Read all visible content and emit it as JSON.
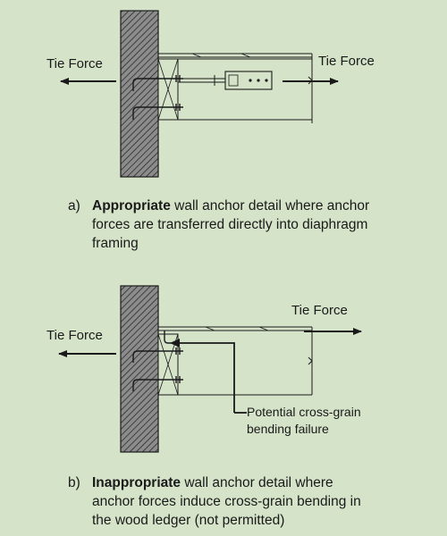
{
  "diagram_a": {
    "tie_force_left": "Tie Force",
    "tie_force_right": "Tie Force"
  },
  "diagram_b": {
    "tie_force_left": "Tie Force",
    "tie_force_right": "Tie Force",
    "callout_line1": "Potential cross-grain",
    "callout_line2": "bending failure"
  },
  "caption_a": {
    "letter": "a)",
    "emphasis": "Appropriate",
    "text_1": " wall anchor detail where anchor",
    "text_2": "forces are transferred directly into diaphragm",
    "text_3": "framing"
  },
  "caption_b": {
    "letter": "b)",
    "emphasis": "Inappropriate",
    "text_1": " wall anchor detail where",
    "text_2": "anchor forces induce cross-grain bending in",
    "text_3": "the wood ledger (not permitted)"
  },
  "colors": {
    "background": "#d5e3c9",
    "wall_fill": "#8c8c8c",
    "ink": "#1a1a1a"
  }
}
